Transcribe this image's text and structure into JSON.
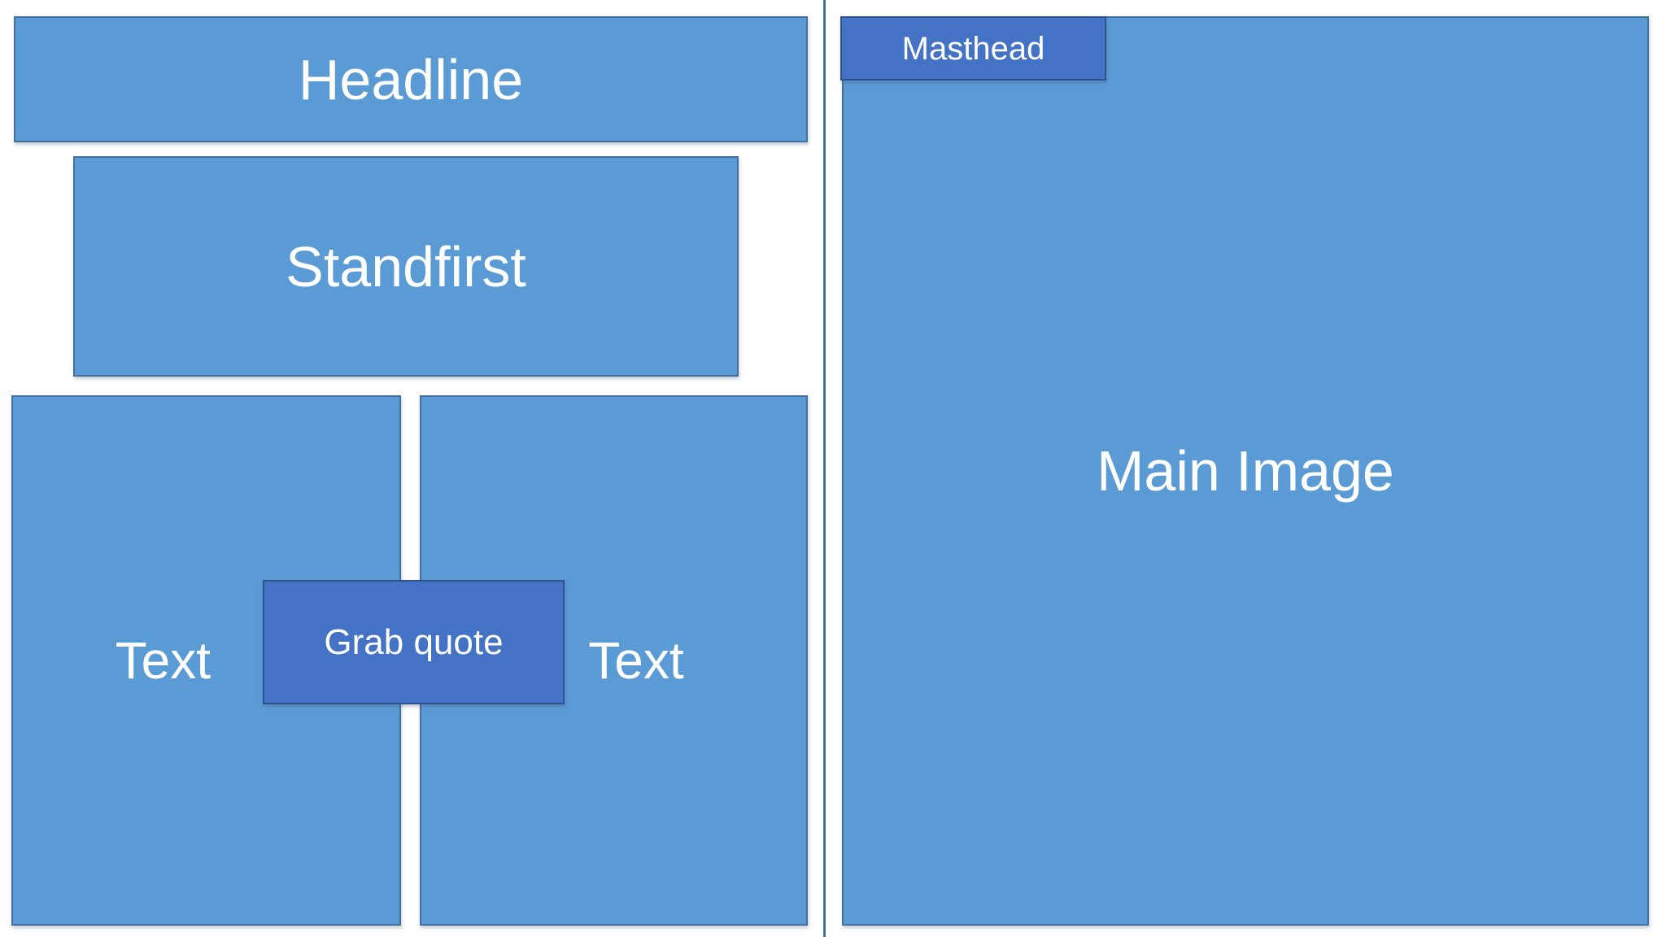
{
  "palette": {
    "background": "#ffffff",
    "box-fill": "#5b9bd5",
    "box-border": "#41719c",
    "accent-fill": "#4472c4",
    "accent-border": "#2f528f",
    "divider": "#44709d",
    "label-text": "#ffffff"
  },
  "layout": {
    "headline": {
      "label": "Headline"
    },
    "standfirst": {
      "label": "Standfirst"
    },
    "text_column_left": {
      "label": "Text"
    },
    "text_column_right": {
      "label": "Text"
    },
    "grab_quote": {
      "label": "Grab quote"
    },
    "masthead": {
      "label": "Masthead"
    },
    "main_image": {
      "label": "Main Image"
    }
  }
}
